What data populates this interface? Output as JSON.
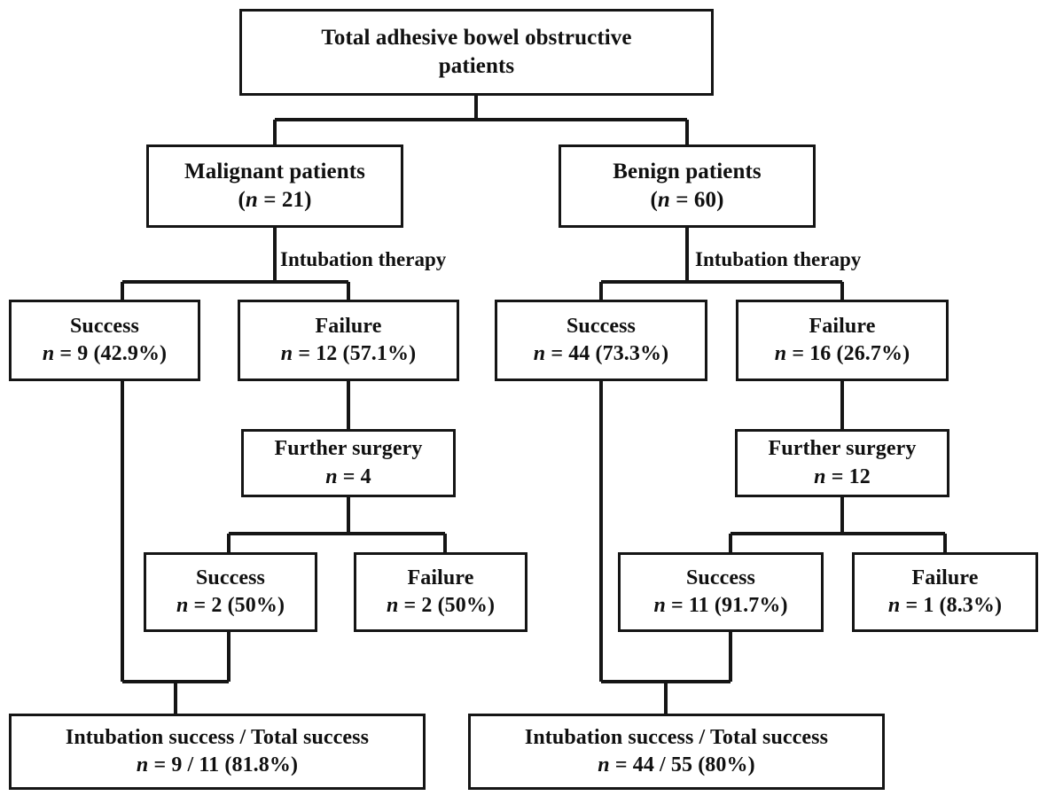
{
  "diagram": {
    "title": "Adhesive bowel obstruction treatment outcome flowchart",
    "stroke_color": "#151515",
    "background_color": "#ffffff",
    "text_color": "#101010"
  },
  "nodes": {
    "root": {
      "line1": "Total adhesive bowel obstructive",
      "line2": "patients"
    },
    "malignant": {
      "line1": "Malignant patients",
      "line2_pre": "(",
      "line2_n": "n",
      "line2_post": " = 21)"
    },
    "benign": {
      "line1": "Benign patients",
      "line2_pre": "(",
      "line2_n": "n",
      "line2_post": " = 60)"
    },
    "mal_success": {
      "line1": "Success",
      "line2_n": "n",
      "line2_post": " = 9 (42.9%)"
    },
    "mal_failure": {
      "line1": "Failure",
      "line2_n": "n",
      "line2_post": " = 12 (57.1%)"
    },
    "ben_success": {
      "line1": "Success",
      "line2_n": "n",
      "line2_post": " = 44 (73.3%)"
    },
    "ben_failure": {
      "line1": "Failure",
      "line2_n": "n",
      "line2_post": " = 16 (26.7%)"
    },
    "mal_surgery": {
      "line1": "Further surgery",
      "line2_n": "n",
      "line2_post": " = 4"
    },
    "ben_surgery": {
      "line1": "Further surgery",
      "line2_n": "n",
      "line2_post": " = 12"
    },
    "mal_surg_success": {
      "line1": "Success",
      "line2_n": "n",
      "line2_post": " = 2 (50%)"
    },
    "mal_surg_failure": {
      "line1": "Failure",
      "line2_n": "n",
      "line2_post": " = 2 (50%)"
    },
    "ben_surg_success": {
      "line1": "Success",
      "line2_n": "n",
      "line2_post": " = 11 (91.7%)"
    },
    "ben_surg_failure": {
      "line1": "Failure",
      "line2_n": "n",
      "line2_post": " = 1 (8.3%)"
    },
    "mal_summary": {
      "line1": "Intubation success / Total success",
      "line2_n": "n",
      "line2_post": " = 9 / 11 (81.8%)"
    },
    "ben_summary": {
      "line1": "Intubation success / Total success",
      "line2_n": "n",
      "line2_post": " = 44 / 55 (80%)"
    }
  },
  "edge_labels": {
    "malignant_therapy": "Intubation therapy",
    "benign_therapy": "Intubation therapy"
  }
}
